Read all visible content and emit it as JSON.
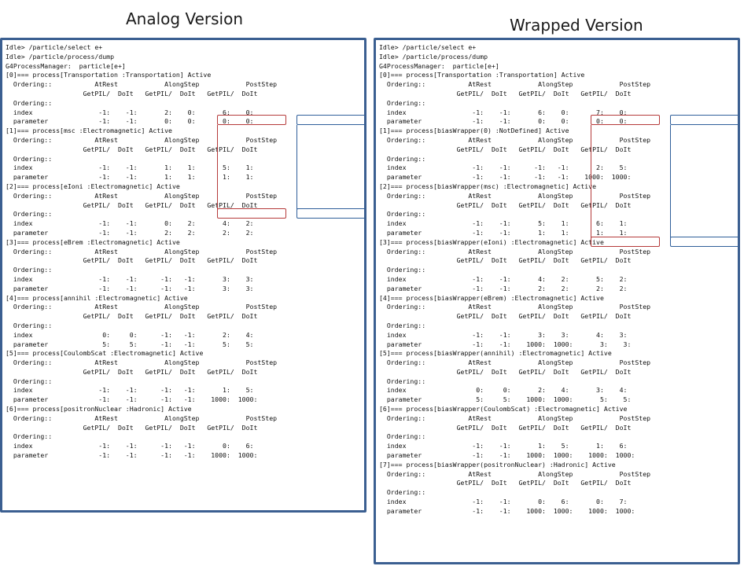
{
  "titles": {
    "left": "Analog Version",
    "right": "Wrapped Version"
  },
  "left_terminal": {
    "lines": [
      "Idle> /particle/select e+",
      "Idle> /particle/process/dump",
      "G4ProcessManager:  particle[e+]",
      "[0]=== process[Transportation :Transportation] Active",
      "  Ordering::           AtRest            AlongStep            PostStep",
      "                    GetPIL/  DoIt   GetPIL/  DoIt   GetPIL/  DoIt",
      "  Ordering::",
      "  index                 -1:    -1:       2:    0:       6:    0:",
      "  parameter             -1:    -1:       0:    0:       0:    0:",
      "[1]=== process[msc :Electromagnetic] Active",
      "  Ordering::           AtRest            AlongStep            PostStep",
      "                    GetPIL/  DoIt   GetPIL/  DoIt   GetPIL/  DoIt",
      "  Ordering::",
      "  index                 -1:    -1:       1:    1:       5:    1:",
      "  parameter             -1:    -1:       1:    1:       1:    1:",
      "[2]=== process[eIoni :Electromagnetic] Active",
      "  Ordering::           AtRest            AlongStep            PostStep",
      "                    GetPIL/  DoIt   GetPIL/  DoIt   GetPIL/  DoIt",
      "  Ordering::",
      "  index                 -1:    -1:       0:    2:       4:    2:",
      "  parameter             -1:    -1:       2:    2:       2:    2:",
      "[3]=== process[eBrem :Electromagnetic] Active",
      "  Ordering::           AtRest            AlongStep            PostStep",
      "                    GetPIL/  DoIt   GetPIL/  DoIt   GetPIL/  DoIt",
      "  Ordering::",
      "  index                 -1:    -1:      -1:   -1:       3:    3:",
      "  parameter             -1:    -1:      -1:   -1:       3:    3:",
      "[4]=== process[annihil :Electromagnetic] Active",
      "  Ordering::           AtRest            AlongStep            PostStep",
      "                    GetPIL/  DoIt   GetPIL/  DoIt   GetPIL/  DoIt",
      "  Ordering::",
      "  index                  0:     0:      -1:   -1:       2:    4:",
      "  parameter              5:     5:      -1:   -1:       5:    5:",
      "[5]=== process[CoulombScat :Electromagnetic] Active",
      "  Ordering::           AtRest            AlongStep            PostStep",
      "                    GetPIL/  DoIt   GetPIL/  DoIt   GetPIL/  DoIt",
      "  Ordering::",
      "  index                 -1:    -1:      -1:   -1:       1:    5:",
      "  parameter             -1:    -1:      -1:   -1:    1000:  1000:",
      "[6]=== process[positronNuclear :Hadronic] Active",
      "  Ordering::           AtRest            AlongStep            PostStep",
      "                    GetPIL/  DoIt   GetPIL/  DoIt   GetPIL/  DoIt",
      "  Ordering::",
      "  index                 -1:    -1:      -1:   -1:       0:    6:",
      "  parameter             -1:    -1:      -1:   -1:    1000:  1000:"
    ]
  },
  "right_terminal": {
    "lines": [
      "Idle> /particle/select e+",
      "Idle> /particle/process/dump",
      "G4ProcessManager:  particle[e+]",
      "[0]=== process[Transportation :Transportation] Active",
      "  Ordering::           AtRest            AlongStep            PostStep",
      "                    GetPIL/  DoIt   GetPIL/  DoIt   GetPIL/  DoIt",
      "  Ordering::",
      "  index                 -1:    -1:       6:    0:       7:    0:",
      "  parameter             -1:    -1:       0:    0:       0:    0:",
      "[1]=== process[biasWrapper(0) :NotDefined] Active",
      "  Ordering::           AtRest            AlongStep            PostStep",
      "                    GetPIL/  DoIt   GetPIL/  DoIt   GetPIL/  DoIt",
      "  Ordering::",
      "  index                 -1:    -1:      -1:   -1:       2:    5:",
      "  parameter             -1:    -1:      -1:   -1:    1000:  1000:",
      "[2]=== process[biasWrapper(msc) :Electromagnetic] Active",
      "  Ordering::           AtRest            AlongStep            PostStep",
      "                    GetPIL/  DoIt   GetPIL/  DoIt   GetPIL/  DoIt",
      "  Ordering::",
      "  index                 -1:    -1:       5:    1:       6:    1:",
      "  parameter             -1:    -1:       1:    1:       1:    1:",
      "[3]=== process[biasWrapper(eIoni) :Electromagnetic] Active",
      "  Ordering::           AtRest            AlongStep            PostStep",
      "                    GetPIL/  DoIt   GetPIL/  DoIt   GetPIL/  DoIt",
      "  Ordering::",
      "  index                 -1:    -1:       4:    2:       5:    2:",
      "  parameter             -1:    -1:       2:    2:       2:    2:",
      "[4]=== process[biasWrapper(eBrem) :Electromagnetic] Active",
      "  Ordering::           AtRest            AlongStep            PostStep",
      "                    GetPIL/  DoIt   GetPIL/  DoIt   GetPIL/  DoIt",
      "  Ordering::",
      "  index                 -1:    -1:       3:    3:       4:    3:",
      "  parameter             -1:    -1:    1000:  1000:       3:    3:",
      "[5]=== process[biasWrapper(annihil) :Electromagnetic] Active",
      "  Ordering::           AtRest            AlongStep            PostStep",
      "                    GetPIL/  DoIt   GetPIL/  DoIt   GetPIL/  DoIt",
      "  Ordering::",
      "  index                  0:     0:       2:    4:       3:    4:",
      "  parameter              5:     5:    1000:  1000:       5:    5:",
      "[6]=== process[biasWrapper(CoulombScat) :Electromagnetic] Active",
      "  Ordering::           AtRest            AlongStep            PostStep",
      "                    GetPIL/  DoIt   GetPIL/  DoIt   GetPIL/  DoIt",
      "  Ordering::",
      "  index                 -1:    -1:       1:    5:       1:    6:",
      "  parameter             -1:    -1:    1000:  1000:    1000:  1000:",
      "[7]=== process[biasWrapper(positronNuclear) :Hadronic] Active",
      "  Ordering::           AtRest            AlongStep            PostStep",
      "                    GetPIL/  DoIt   GetPIL/  DoIt   GetPIL/  DoIt",
      "  Ordering::",
      "  index                 -1:    -1:       0:    6:       0:    7:",
      "  parameter             -1:    -1:    1000:  1000:    1000:  1000:"
    ]
  },
  "colors": {
    "panel_border": "#3b5f91",
    "highlight_red": "#b53a3a",
    "highlight_blue": "#2f5f9a"
  }
}
